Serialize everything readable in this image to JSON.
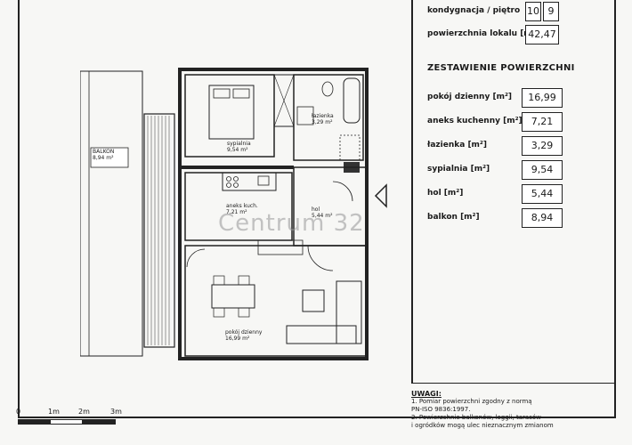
{
  "header": {
    "floor_label": "kondygnacja / piętro",
    "floor_value_a": "10",
    "floor_value_b": "9",
    "area_label": "powierzchnia lokalu [m²]",
    "area_value": "42,47"
  },
  "summary": {
    "heading": "ZESTAWIENIE POWIERZCHNI",
    "rows": [
      {
        "label": "pokój dzienny  [m²]",
        "value": "16,99"
      },
      {
        "label": "aneks kuchenny [m²]",
        "value": "7,21"
      },
      {
        "label": "łazienka [m²]",
        "value": "3,29"
      },
      {
        "label": "sypialnia [m²]",
        "value": "9,54"
      },
      {
        "label": "hol [m²]",
        "value": "5,44"
      },
      {
        "label": "balkon [m²]",
        "value": "8,94"
      }
    ]
  },
  "plan": {
    "balcony_label": "BALKON",
    "balcony_area": "8,94 m²",
    "bedroom_label": "sypialnia",
    "bedroom_area": "9,54 m²",
    "bathroom_label": "łazienka",
    "bathroom_area": "3,29 m²",
    "kitchen_label": "aneks kuch.",
    "kitchen_area": "7,21 m²",
    "hall_label": "hol",
    "hall_area": "5,44 m²",
    "living_label": "pokój dzienny",
    "living_area": "16,99 m²"
  },
  "watermark": "Centrum 32",
  "notes": {
    "title": "UWAGI:",
    "line1": "1. Pomiar powierzchni zgodny z normą",
    "line2": "PN-ISO 9836:1997.",
    "line3": "2. Powierzchnie balkonów, loggii, tarasów",
    "line4": "i ogródków mogą ulec nieznacznym zmianom"
  },
  "scale": {
    "t0": "0",
    "t1": "1m",
    "t2": "2m",
    "t3": "3m"
  }
}
